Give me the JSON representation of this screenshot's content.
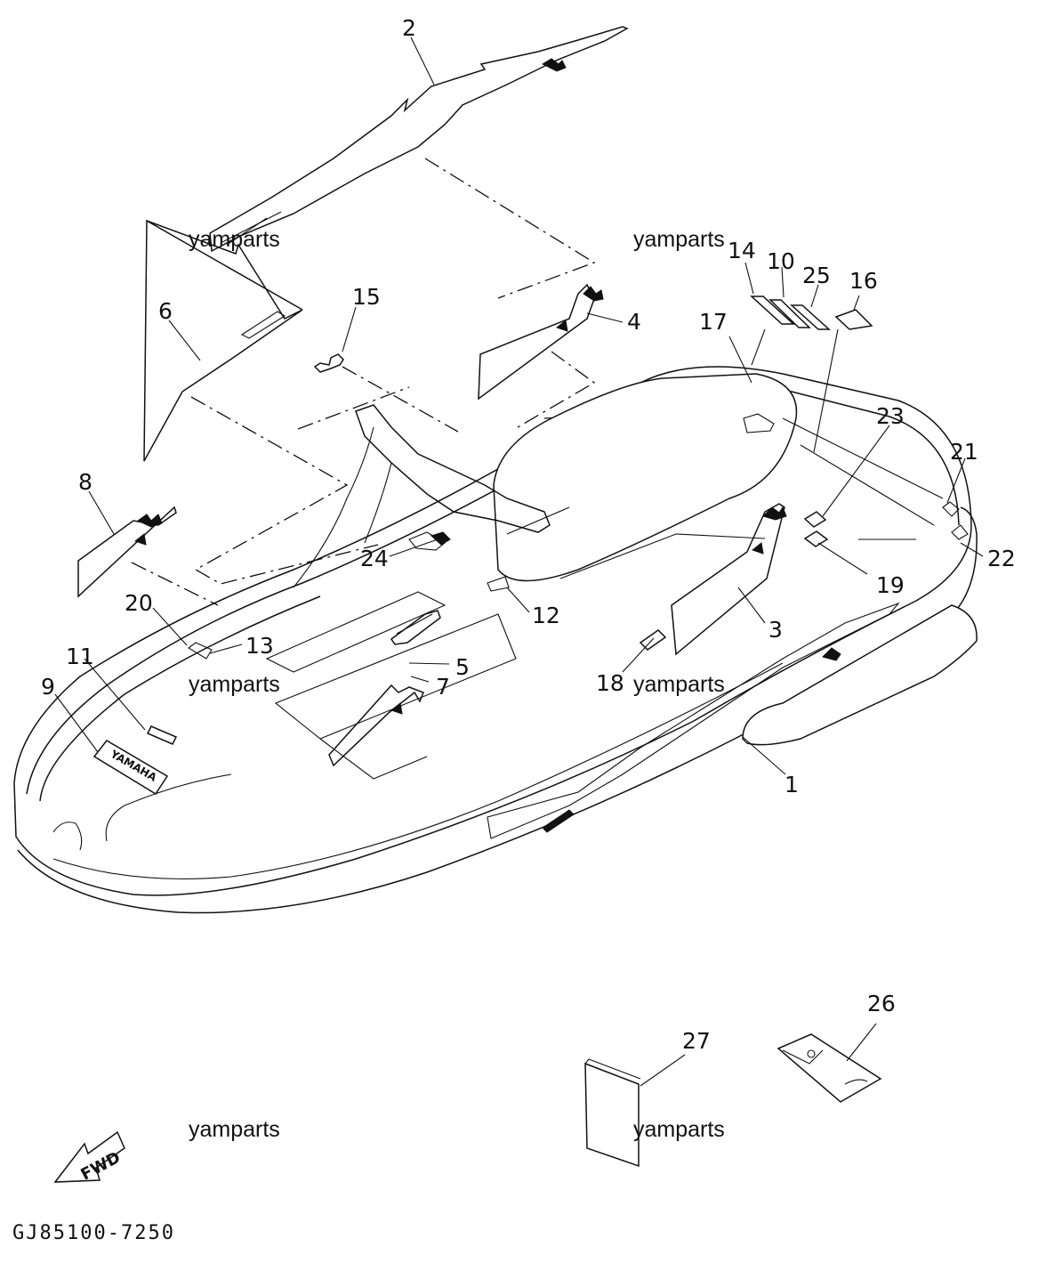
{
  "diagram": {
    "part_numbers": [
      "1",
      "2",
      "3",
      "4",
      "5",
      "6",
      "7",
      "8",
      "9",
      "10",
      "11",
      "12",
      "13",
      "14",
      "15",
      "16",
      "17",
      "18",
      "19",
      "20",
      "21",
      "22",
      "23",
      "24",
      "25",
      "26",
      "27"
    ],
    "watermark": "yamparts",
    "drawing_code": "GJ85100-7250",
    "fwd_label": "FWD",
    "brand_label": "YAMAHA"
  }
}
